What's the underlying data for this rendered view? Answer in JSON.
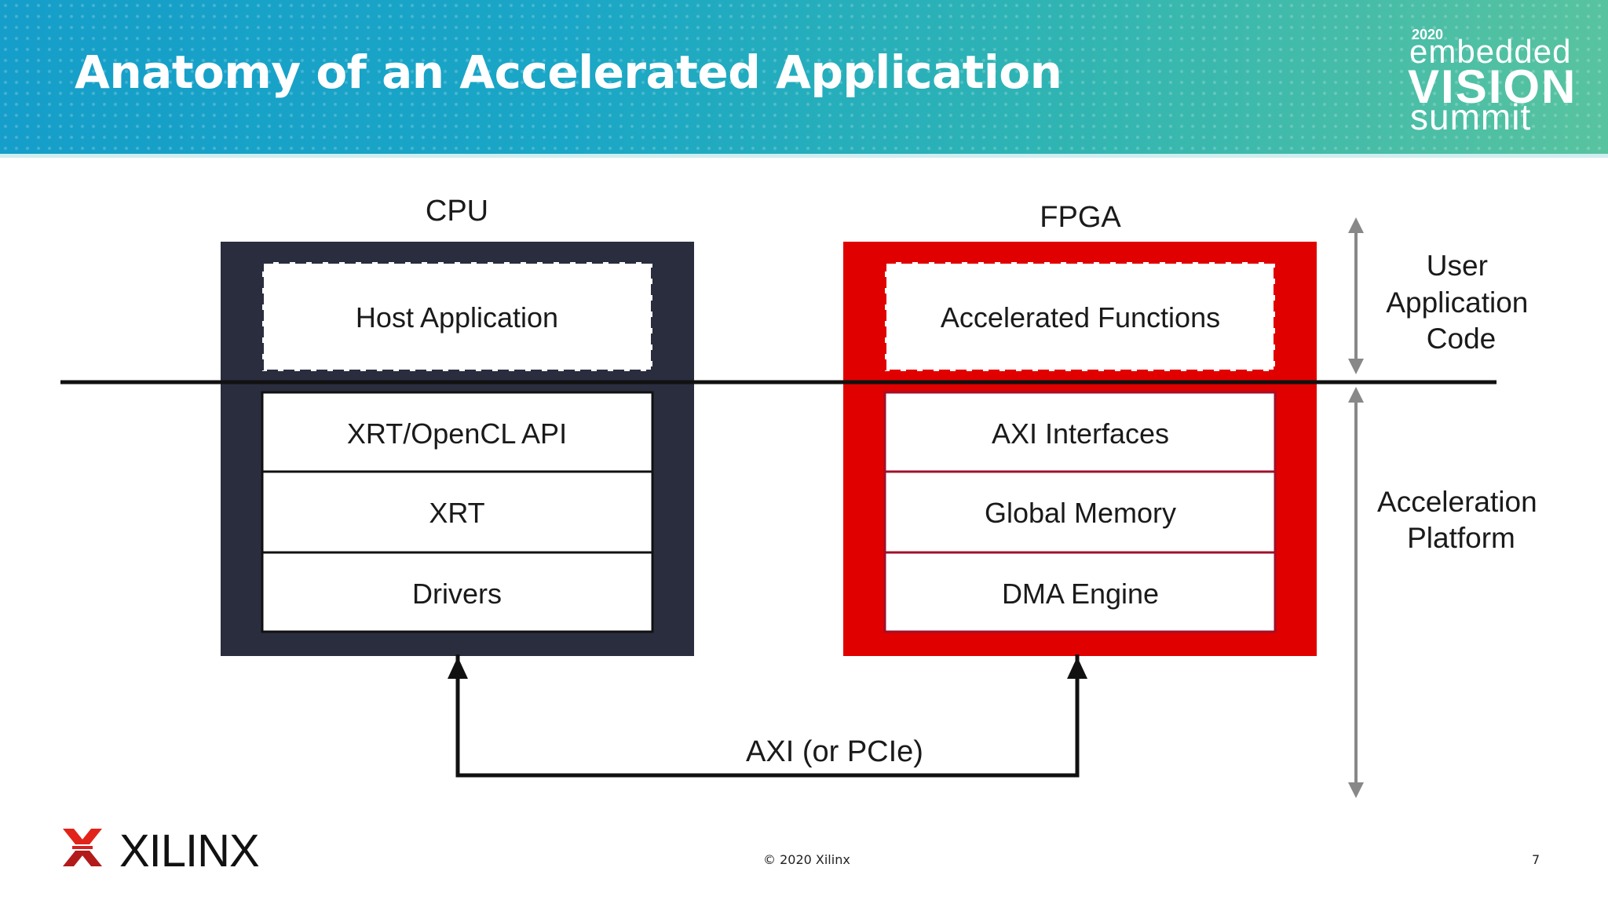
{
  "slide": {
    "title": "Anatomy of an Accelerated Application",
    "page_number": "7",
    "copyright": "© 2020 Xilinx"
  },
  "event_logo": {
    "year": "2020",
    "line1": "embedded",
    "line2": "VISION",
    "line3": "summit"
  },
  "company_logo": {
    "name": "XILINX"
  },
  "colors": {
    "cpu": "#2a2d3e",
    "fpga": "#e00000",
    "banner_start": "#159ec9",
    "banner_end": "#58c39f"
  },
  "diagram": {
    "cpu": {
      "label": "CPU",
      "user_block": "Host Application",
      "platform_blocks": [
        "XRT/OpenCL API",
        "XRT",
        "Drivers"
      ]
    },
    "fpga": {
      "label": "FPGA",
      "user_block": "Accelerated Functions",
      "platform_blocks": [
        "AXI Interfaces",
        "Global Memory",
        "DMA Engine"
      ]
    },
    "connection_label": "AXI (or PCIe)",
    "side_labels": {
      "user": [
        "User",
        "Application",
        "Code"
      ],
      "platform": [
        "Acceleration",
        "Platform"
      ]
    }
  }
}
